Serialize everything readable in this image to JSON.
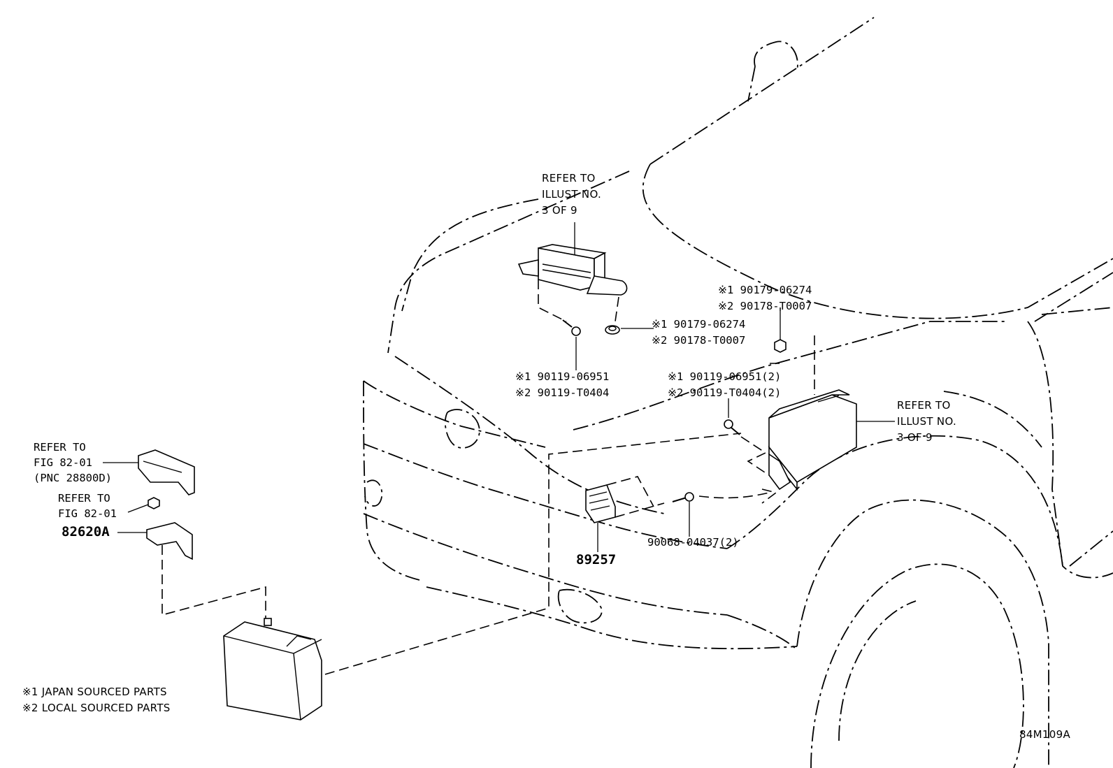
{
  "diagram": {
    "drawing_number": "84M109A",
    "notes": [
      {
        "mark": "※1",
        "text": "JAPAN SOURCED PARTS"
      },
      {
        "mark": "※2",
        "text": "LOCAL SOURCED PARTS"
      }
    ],
    "callouts": {
      "refer_top": [
        "REFER TO",
        "ILLUST NO.",
        "3 OF 9"
      ],
      "refer_right": [
        "REFER TO",
        "ILLUST NO.",
        "3 OF 9"
      ],
      "refer_fig_bracket": [
        "REFER TO",
        "FIG 82-01",
        "(PNC 28800D)"
      ],
      "refer_fig_nut": [
        "REFER TO",
        "FIG 82-01"
      ],
      "part_82620A": "82620A",
      "part_89257": "89257",
      "bolt_90068": "90068-04037(2)",
      "nut_pair_a": [
        "※1 90179-06274",
        "※2 90178-T0007"
      ],
      "nut_pair_b": [
        "※1 90179-06274",
        "※2 90178-T0007"
      ],
      "bolt_pair_a": [
        "※1 90119-06951",
        "※2 90119-T0404"
      ],
      "bolt_pair_b": [
        "※1 90119-06951(2)",
        "※2 90119-T0404(2)"
      ]
    }
  }
}
